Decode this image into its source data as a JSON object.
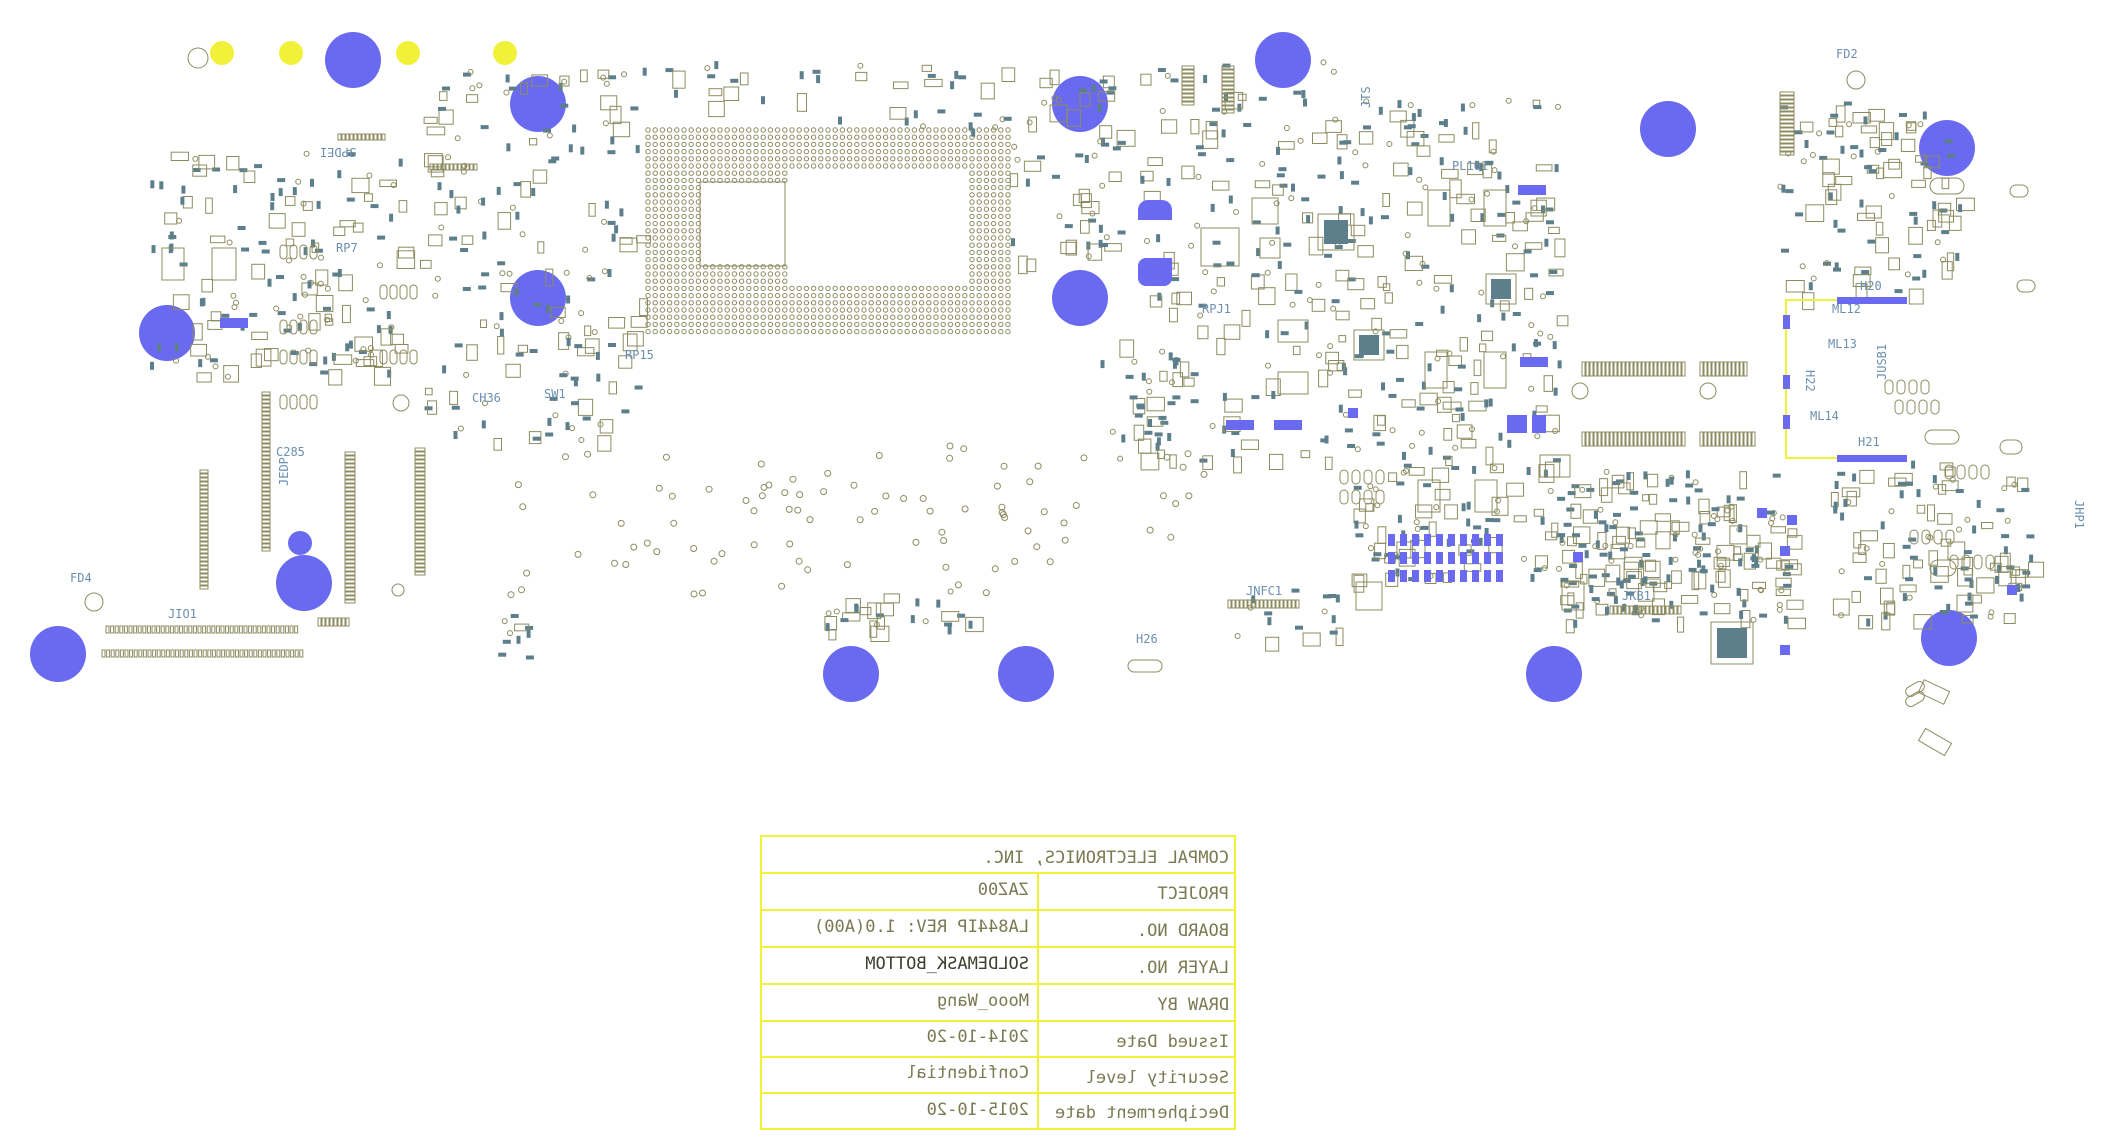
{
  "colors": {
    "background": "#ffffff",
    "mounting_hole": "#6a6af0",
    "fiducial": "#f1f13a",
    "outline": "#8c8c60",
    "refdes": "#6c8fb0",
    "title_block": "#f1f13a"
  },
  "refdes": {
    "jpdei": "JPDEI",
    "rp7": "RP7",
    "rp15": "RP15",
    "jio1": "JIO1",
    "fd4": "FD4",
    "fd2": "FD2",
    "h26": "H26",
    "h20": "H20",
    "h21": "H21",
    "h22": "H22",
    "ml12": "ML12",
    "ml13": "ML13",
    "ml14": "ML14",
    "jnfc1": "JNFC1",
    "jusb1": "JUSB1",
    "jts": "JTS",
    "pl101": "PL101",
    "jkb1": "JKB1",
    "jhp1": "JHP1",
    "ch36": "CH36",
    "sw1": "SW1",
    "rpj1": "RPJ1",
    "c285": "C285",
    "jedp": "JEDP"
  },
  "title_block": {
    "company": "COMPAL ELECTRONICS, INC.",
    "rows": [
      {
        "label": "PROJECT",
        "value": "ZAZ00"
      },
      {
        "label": "BOARD NO.",
        "value": "LA844IP REV: 1.0(A00)"
      },
      {
        "label": "LAYER NO.",
        "value": "SOLDEMASK_BOTTOM"
      },
      {
        "label": "DRAW BY",
        "value": "Mooo_Wang"
      },
      {
        "label": "Issued  Date",
        "value": "2014-10-20"
      },
      {
        "label": "Security level",
        "value": "Confidential"
      },
      {
        "label": "Decipherment date",
        "value": "2015-10-20"
      }
    ]
  }
}
